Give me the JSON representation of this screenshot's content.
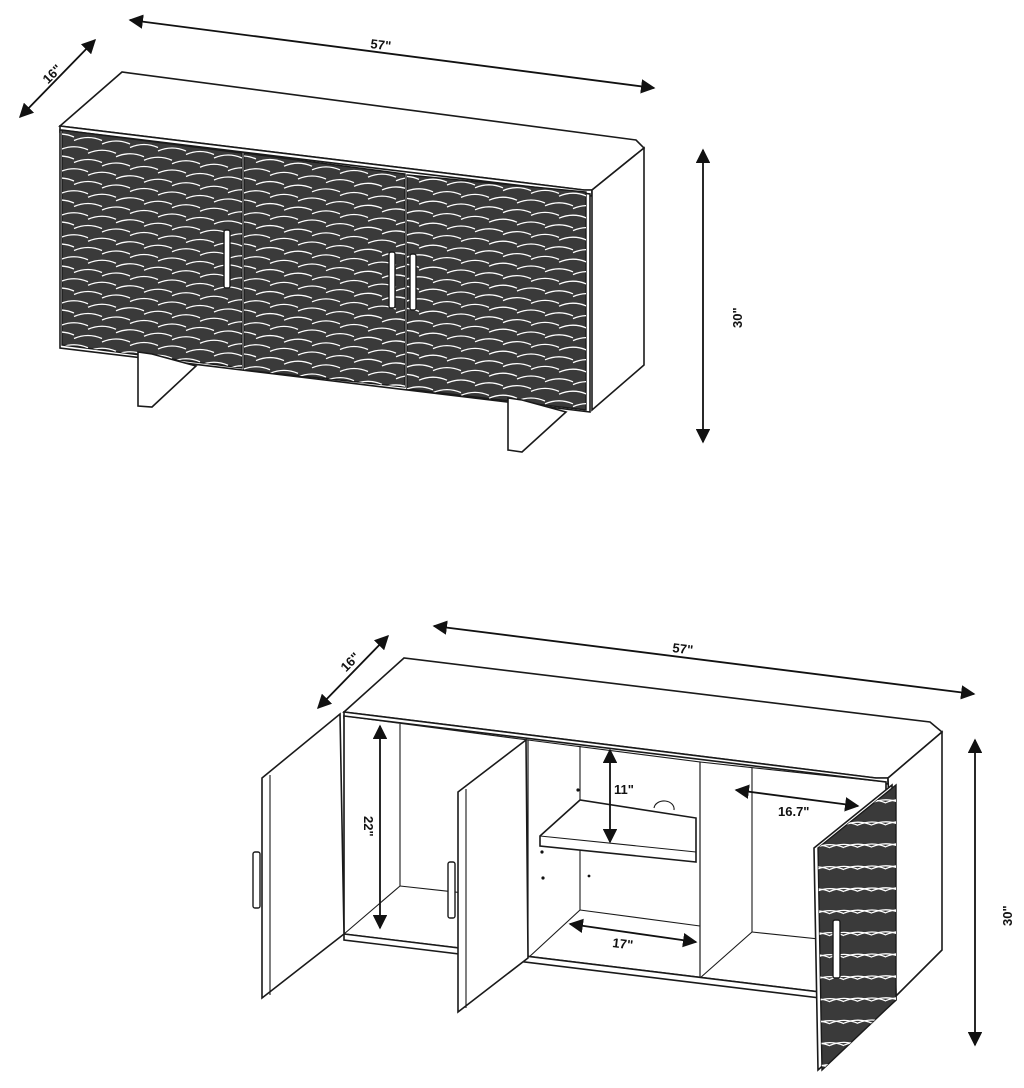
{
  "closed_view": {
    "width_label": "57\"",
    "depth_label": "16\"",
    "height_label": "30\""
  },
  "open_view": {
    "width_label": "57\"",
    "depth_label": "16\"",
    "height_label": "30\"",
    "interior_height_label": "22\"",
    "shelf_gap_label": "11\"",
    "center_width_label": "17\"",
    "right_depth_label": "16.7\""
  },
  "colors": {
    "line": "#1a1a1a",
    "texture": "#3a3a3a"
  }
}
